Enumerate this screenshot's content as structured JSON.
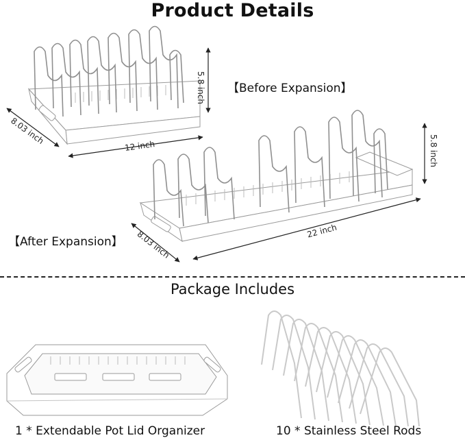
{
  "header": {
    "title": "Product Details"
  },
  "before": {
    "label": "【Before Expansion】",
    "height": "5.8 inch",
    "width": "12 inch",
    "depth": "8.03 inch"
  },
  "after": {
    "label": "【After Expansion】",
    "height": "5.8 inch",
    "width": "22 inch",
    "depth": "8.03 inch"
  },
  "package": {
    "title": "Package Includes",
    "items": [
      {
        "caption": "1 * Extendable Pot Lid Organizer"
      },
      {
        "caption": "10 * Stainless Steel Rods"
      }
    ]
  },
  "colors": {
    "rack": "#ffffff",
    "outline": "#9a9a9a",
    "arrow": "#222222",
    "divider": "#222222"
  }
}
